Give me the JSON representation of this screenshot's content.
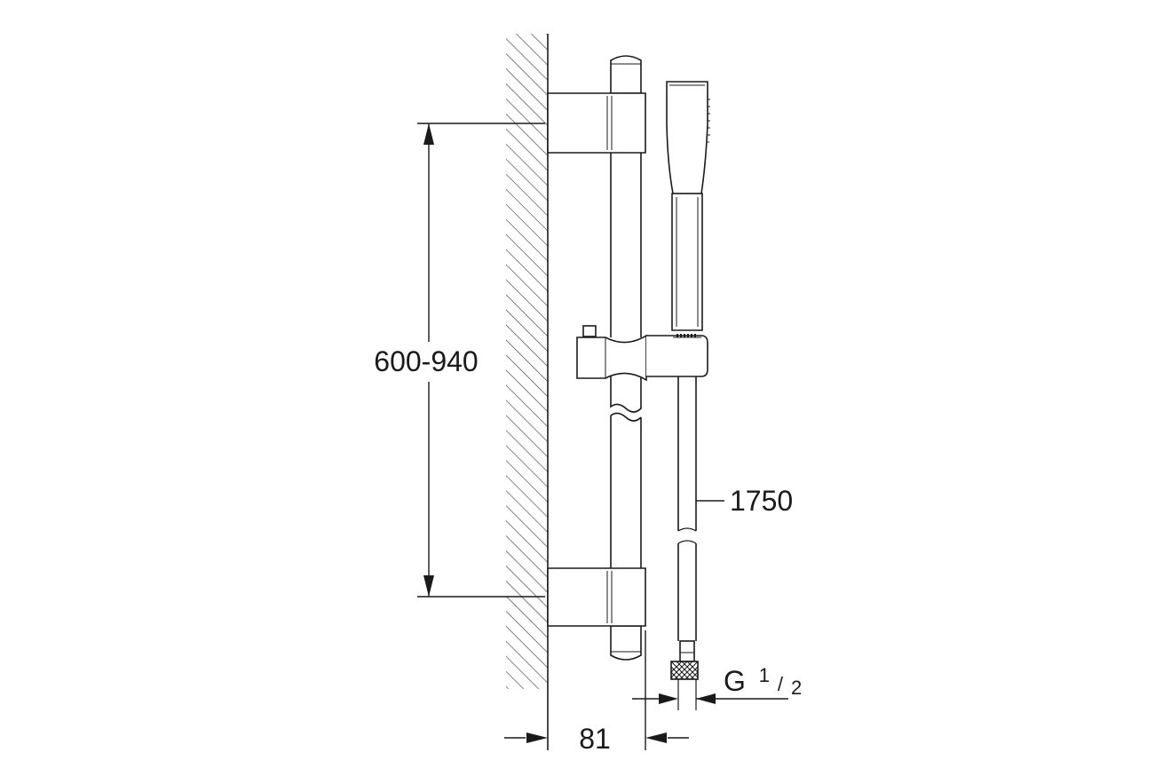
{
  "dimensions": {
    "height_range": "600-940",
    "hose_length": "1750",
    "offset": "81",
    "thread_letter": "G",
    "thread_numerator": "1",
    "thread_slash": "/",
    "thread_denominator": "2"
  },
  "colors": {
    "line": "#1a1a1a",
    "hatch": "#333333",
    "background": "#ffffff"
  }
}
